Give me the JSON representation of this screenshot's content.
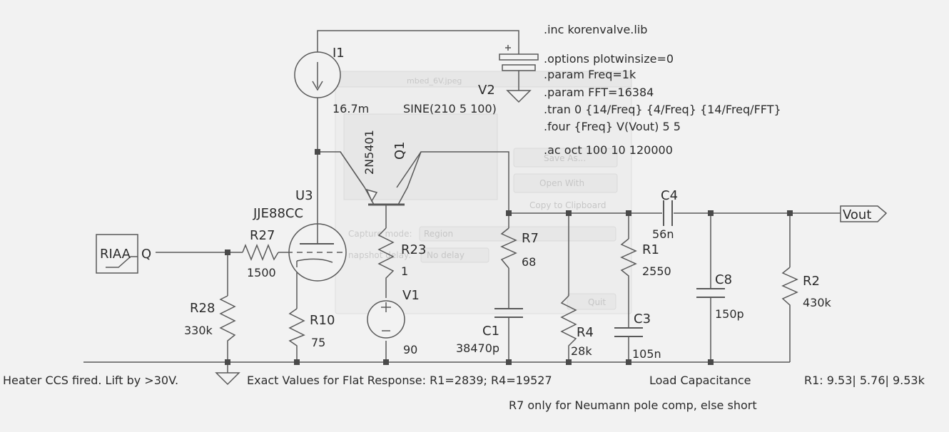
{
  "directives": {
    "inc": ".inc korenvalve.lib",
    "options": ".options plotwinsize=0",
    "param_freq": ".param Freq=1k",
    "param_fft": ".param FFT=16384",
    "tran": ".tran 0 {14/Freq} {4/Freq} {14/Freq/FFT}",
    "four": ".four {Freq} V(Vout) 5 5",
    "ac": ".ac oct 100 10 120000"
  },
  "components": {
    "I1": {
      "name": "I1",
      "value": "16.7m"
    },
    "V2": {
      "name": "V2",
      "value": "SINE(210 5 100)"
    },
    "Q1": {
      "name": "Q1",
      "value": "2N5401"
    },
    "U3": {
      "name": "U3",
      "value": "JJE88CC"
    },
    "RIAA": {
      "name": "RIAA",
      "pin": "Q"
    },
    "R27": {
      "name": "R27",
      "value": "1500"
    },
    "R28": {
      "name": "R28",
      "value": "330k"
    },
    "R10": {
      "name": "R10",
      "value": "75"
    },
    "R23": {
      "name": "R23",
      "value": "1"
    },
    "V1": {
      "name": "V1",
      "value": "90"
    },
    "R7": {
      "name": "R7",
      "value": "68"
    },
    "C1": {
      "name": "C1",
      "value": "38470p"
    },
    "R4": {
      "name": "R4",
      "value": "28k"
    },
    "R1": {
      "name": "R1",
      "value": "2550"
    },
    "C3": {
      "name": "C3",
      "value": "105n"
    },
    "C4": {
      "name": "C4",
      "value": "56n"
    },
    "C8": {
      "name": "C8",
      "value": "150p"
    },
    "R2": {
      "name": "R2",
      "value": "430k"
    },
    "Vout": {
      "name": "Vout"
    }
  },
  "notes": {
    "heater": "Heater CCS fired. Lift by >30V.",
    "exact": "Exact Values for Flat Response: R1=2839; R4=19527",
    "load": "Load Capacitance",
    "r1_ratio": "R1: 9.53| 5.76| 9.53k",
    "r7": "R7 only for Neumann pole comp, else short"
  },
  "background_window": {
    "title": "mbed_6V.jpeg",
    "save_as": "Save As...",
    "open_with": "Open With",
    "copy": "Copy to Clipboard",
    "capture_mode_label": "Capture mode:",
    "capture_mode_value": "Region",
    "snapshot_label": "napshot delay:",
    "snapshot_value": "No delay",
    "quit": "Quit"
  }
}
